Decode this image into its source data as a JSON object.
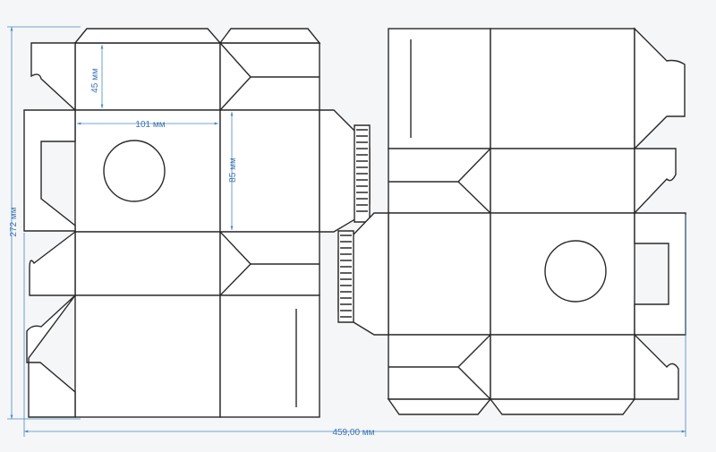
{
  "dimensions": {
    "flap_height": "45 мм",
    "panel_width": "101 мм",
    "panel_height": "85 мм",
    "total_height": "272 мм",
    "total_width": "459,00 мм"
  },
  "colors": {
    "cut_line": "#2a2a2a",
    "dimension_line": "#4a88c6",
    "dimension_text": "#3b73b0",
    "background": "#f5f6f7",
    "panel_fill": "#ffffff"
  }
}
